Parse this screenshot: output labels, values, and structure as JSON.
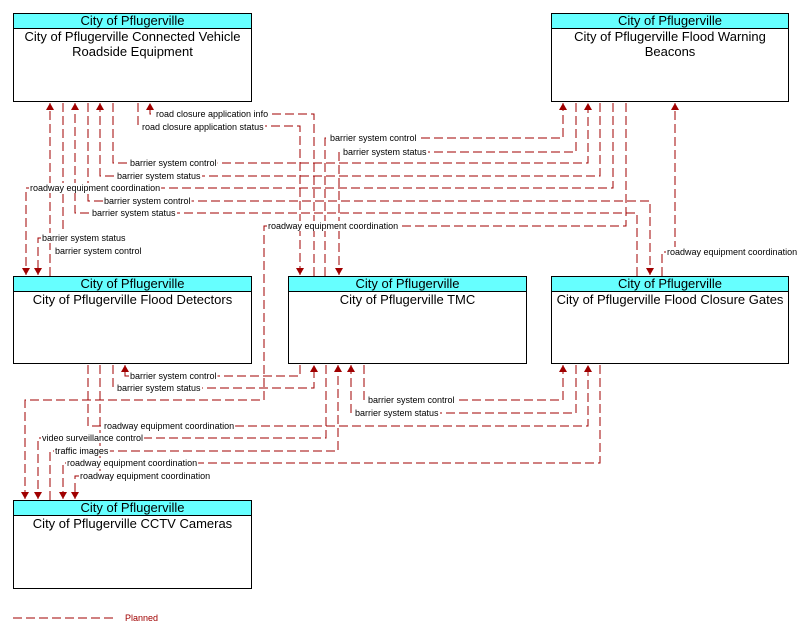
{
  "nodes": {
    "cv": {
      "org": "City of Pflugerville",
      "name": "City of Pflugerville Connected Vehicle Roadside Equipment"
    },
    "fwb": {
      "org": "City of Pflugerville",
      "name": "City of Pflugerville Flood Warning Beacons"
    },
    "fd": {
      "org": "City of Pflugerville",
      "name": "City of Pflugerville Flood Detectors"
    },
    "tmc": {
      "org": "City of Pflugerville",
      "name": "City of Pflugerville TMC"
    },
    "fcg": {
      "org": "City of Pflugerville",
      "name": "City of Pflugerville Flood Closure Gates"
    },
    "cctv": {
      "org": "City of Pflugerville",
      "name": "City of Pflugerville CCTV Cameras"
    }
  },
  "flows": {
    "f1": "road closure application info",
    "f2": "road closure application status",
    "f3": "barrier system control",
    "f4": "barrier system status",
    "f5": "barrier system control",
    "f6": "barrier system status",
    "f7": "roadway equipment coordination",
    "f8": "barrier system control",
    "f9": "barrier system status",
    "f10": "roadway equipment coordination",
    "f11": "barrier system status",
    "f12": "barrier system control",
    "f13": "roadway equipment coordination",
    "f14": "barrier system control",
    "f15": "barrier system status",
    "f16": "barrier system control",
    "f17": "barrier system status",
    "f18": "roadway equipment coordination",
    "f19": "video surveillance control",
    "f20": "traffic images",
    "f21": "roadway equipment coordination",
    "f22": "roadway equipment coordination"
  },
  "legend": {
    "label": "Planned"
  },
  "colors": {
    "flow": "#a00000",
    "header": "#66ffff"
  }
}
